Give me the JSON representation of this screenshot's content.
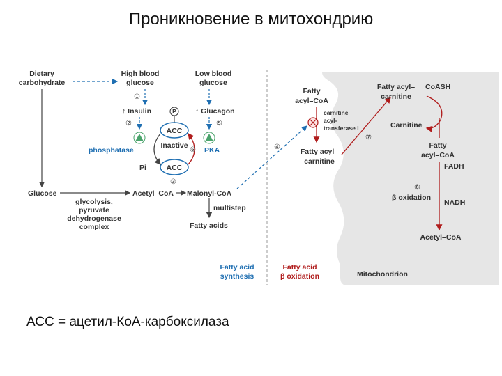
{
  "slide": {
    "title": "Проникновение в митохондрию",
    "caption": "АСС = ацетил-КоА-карбоксилаза"
  },
  "diagram": {
    "dietary_carbohydrate": [
      "Dietary",
      "carbohydrate"
    ],
    "high_blood_glucose": [
      "High blood",
      "glucose"
    ],
    "low_blood_glucose": [
      "Low blood",
      "glucose"
    ],
    "insulin": "↑ Insulin",
    "glucagon": "↑ Glucagon",
    "p_label": "P",
    "acc_top": "ACC",
    "inactive": "Inactive",
    "acc_bottom": "ACC",
    "phosphatase": "phosphatase",
    "pka": "PKA",
    "pi": "Pi",
    "glucose": "Glucose",
    "glycolysis": [
      "glycolysis,",
      "pyruvate",
      "dehydrogenase",
      "complex"
    ],
    "acetyl_coa": "Acetyl–CoA",
    "malonyl_coa": "Malonyl-CoA",
    "multistep": "multistep",
    "fatty_acids": "Fatty acids",
    "fatty_acid_synthesis": [
      "Fatty acid",
      "synthesis"
    ],
    "fatty_acid_oxidation": [
      "Fatty acid",
      "β oxidation"
    ],
    "mitochondrion": "Mitochondrion",
    "fatty_acyl_coa_left": [
      "Fatty",
      "acyl–CoA"
    ],
    "cat1": [
      "carnitine",
      "acyl-",
      "transferase I"
    ],
    "fatty_acyl_carnitine_left": [
      "Fatty acyl–",
      "carnitine"
    ],
    "fatty_acyl_carnitine_right": [
      "Fatty acyl–",
      "carnitine"
    ],
    "coash": "CoASH",
    "carnitine": "Carnitine",
    "fatty_acyl_coa_right": [
      "Fatty",
      "acyl–CoA"
    ],
    "fadh": "FADH",
    "beta_oxidation": "β oxidation",
    "nadh": "NADH",
    "acetyl_coa_right": "Acetyl–CoA",
    "step_numbers": [
      "①",
      "②",
      "③",
      "④",
      "⑤",
      "⑥",
      "⑦",
      "⑧"
    ]
  }
}
